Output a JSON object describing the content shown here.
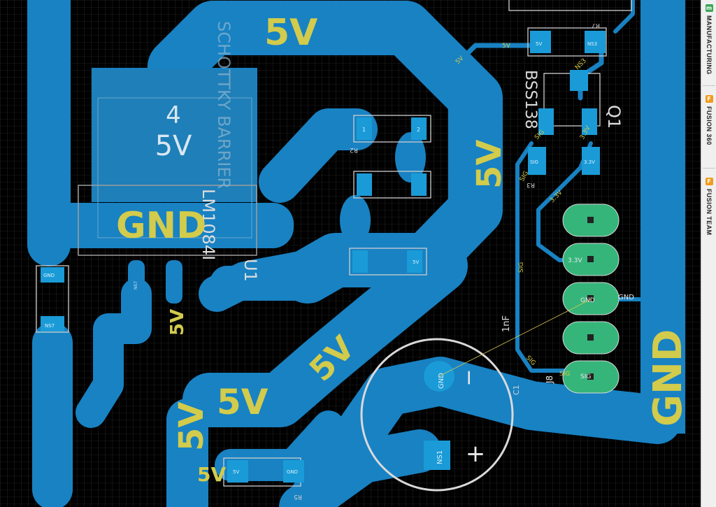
{
  "board": {
    "net_5v": "5V",
    "net_gnd": "GND",
    "net_sig": "SIG",
    "net_3v3": "3.3V",
    "regulator_pad_number": "4",
    "regulator_pad_net": "5V",
    "vendor_text": "SCHOTTKY BARRIER",
    "chip_text": "LM1084I",
    "ref_u1": "U1",
    "ref_q1": "Q1",
    "ref_j8": "J8",
    "ref_c1": "C1",
    "ref_r2": "R2",
    "ref_r3": "R3",
    "ref_r5": "R5",
    "ref_r7": "R7",
    "transistor_part": "BSS138",
    "cap_value": "1nF",
    "pad_ns1": "NS1",
    "pad_ns3": "NS3",
    "pad_ns7": "NS7",
    "pad_1": "1",
    "pad_2": "2",
    "plus_sign": "+",
    "minus_sign": "−"
  },
  "panel": {
    "tabs": [
      {
        "label": "MANUFACTURING",
        "icon": "m",
        "color": "#3aa655"
      },
      {
        "label": "FUSION 360",
        "icon": "F",
        "color": "#f29b1d"
      },
      {
        "label": "FUSION TEAM",
        "icon": "F",
        "color": "#f29b1d"
      }
    ]
  }
}
